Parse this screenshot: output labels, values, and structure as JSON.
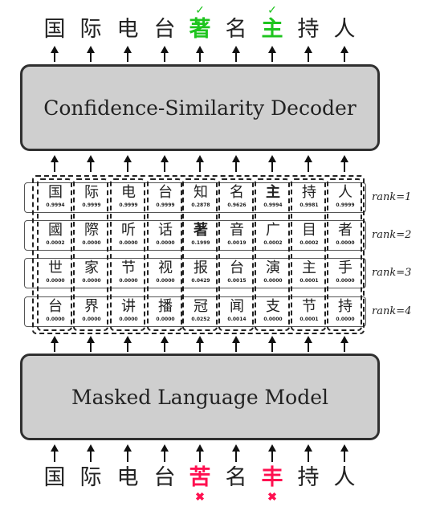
{
  "output_chars": [
    {
      "char": "国"
    },
    {
      "char": "际"
    },
    {
      "char": "电"
    },
    {
      "char": "台"
    },
    {
      "char": "著",
      "status": "corrected",
      "mark": "✓"
    },
    {
      "char": "名"
    },
    {
      "char": "主",
      "status": "corrected",
      "mark": "✓"
    },
    {
      "char": "持"
    },
    {
      "char": "人"
    }
  ],
  "decoder_label": "Confidence-Similarity Decoder",
  "mlm_label": "Masked Language Model",
  "candidate_rows": [
    {
      "rank": "rank=1",
      "cells": [
        {
          "c": "国",
          "p": "0.9994"
        },
        {
          "c": "际",
          "p": "0.9999"
        },
        {
          "c": "电",
          "p": "0.9999"
        },
        {
          "c": "台",
          "p": "0.9999"
        },
        {
          "c": "知",
          "p": "0.2878"
        },
        {
          "c": "名",
          "p": "0.9626"
        },
        {
          "c": "主",
          "p": "0.9994",
          "highlight": true
        },
        {
          "c": "持",
          "p": "0.9981"
        },
        {
          "c": "人",
          "p": "0.9999"
        }
      ]
    },
    {
      "rank": "rank=2",
      "cells": [
        {
          "c": "國",
          "p": "0.0002"
        },
        {
          "c": "際",
          "p": "0.0000"
        },
        {
          "c": "听",
          "p": "0.0000"
        },
        {
          "c": "话",
          "p": "0.0000"
        },
        {
          "c": "著",
          "p": "0.1999",
          "highlight": true
        },
        {
          "c": "音",
          "p": "0.0019"
        },
        {
          "c": "广",
          "p": "0.0002"
        },
        {
          "c": "目",
          "p": "0.0002"
        },
        {
          "c": "者",
          "p": "0.0000"
        }
      ]
    },
    {
      "rank": "rank=3",
      "cells": [
        {
          "c": "世",
          "p": "0.0000"
        },
        {
          "c": "家",
          "p": "0.0000"
        },
        {
          "c": "节",
          "p": "0.0000"
        },
        {
          "c": "视",
          "p": "0.0000"
        },
        {
          "c": "报",
          "p": "0.0429"
        },
        {
          "c": "台",
          "p": "0.0015"
        },
        {
          "c": "演",
          "p": "0.0000"
        },
        {
          "c": "主",
          "p": "0.0001"
        },
        {
          "c": "手",
          "p": "0.0000"
        }
      ]
    },
    {
      "rank": "rank=4",
      "cells": [
        {
          "c": "台",
          "p": "0.0000"
        },
        {
          "c": "界",
          "p": "0.0000"
        },
        {
          "c": "讲",
          "p": "0.0000"
        },
        {
          "c": "播",
          "p": "0.0000"
        },
        {
          "c": "冠",
          "p": "0.0252"
        },
        {
          "c": "闻",
          "p": "0.0014"
        },
        {
          "c": "支",
          "p": "0.0000"
        },
        {
          "c": "节",
          "p": "0.0001"
        },
        {
          "c": "持",
          "p": "0.0000"
        }
      ]
    }
  ],
  "input_chars": [
    {
      "char": "国"
    },
    {
      "char": "际"
    },
    {
      "char": "电"
    },
    {
      "char": "台"
    },
    {
      "char": "苦",
      "status": "error",
      "mark": "✖"
    },
    {
      "char": "名"
    },
    {
      "char": "丰",
      "status": "error",
      "mark": "✖"
    },
    {
      "char": "持"
    },
    {
      "char": "人"
    }
  ],
  "colors": {
    "correct": "#1ec41e",
    "error": "#ff1050",
    "box_fill": "#cfcfcf",
    "box_border": "#303030"
  }
}
